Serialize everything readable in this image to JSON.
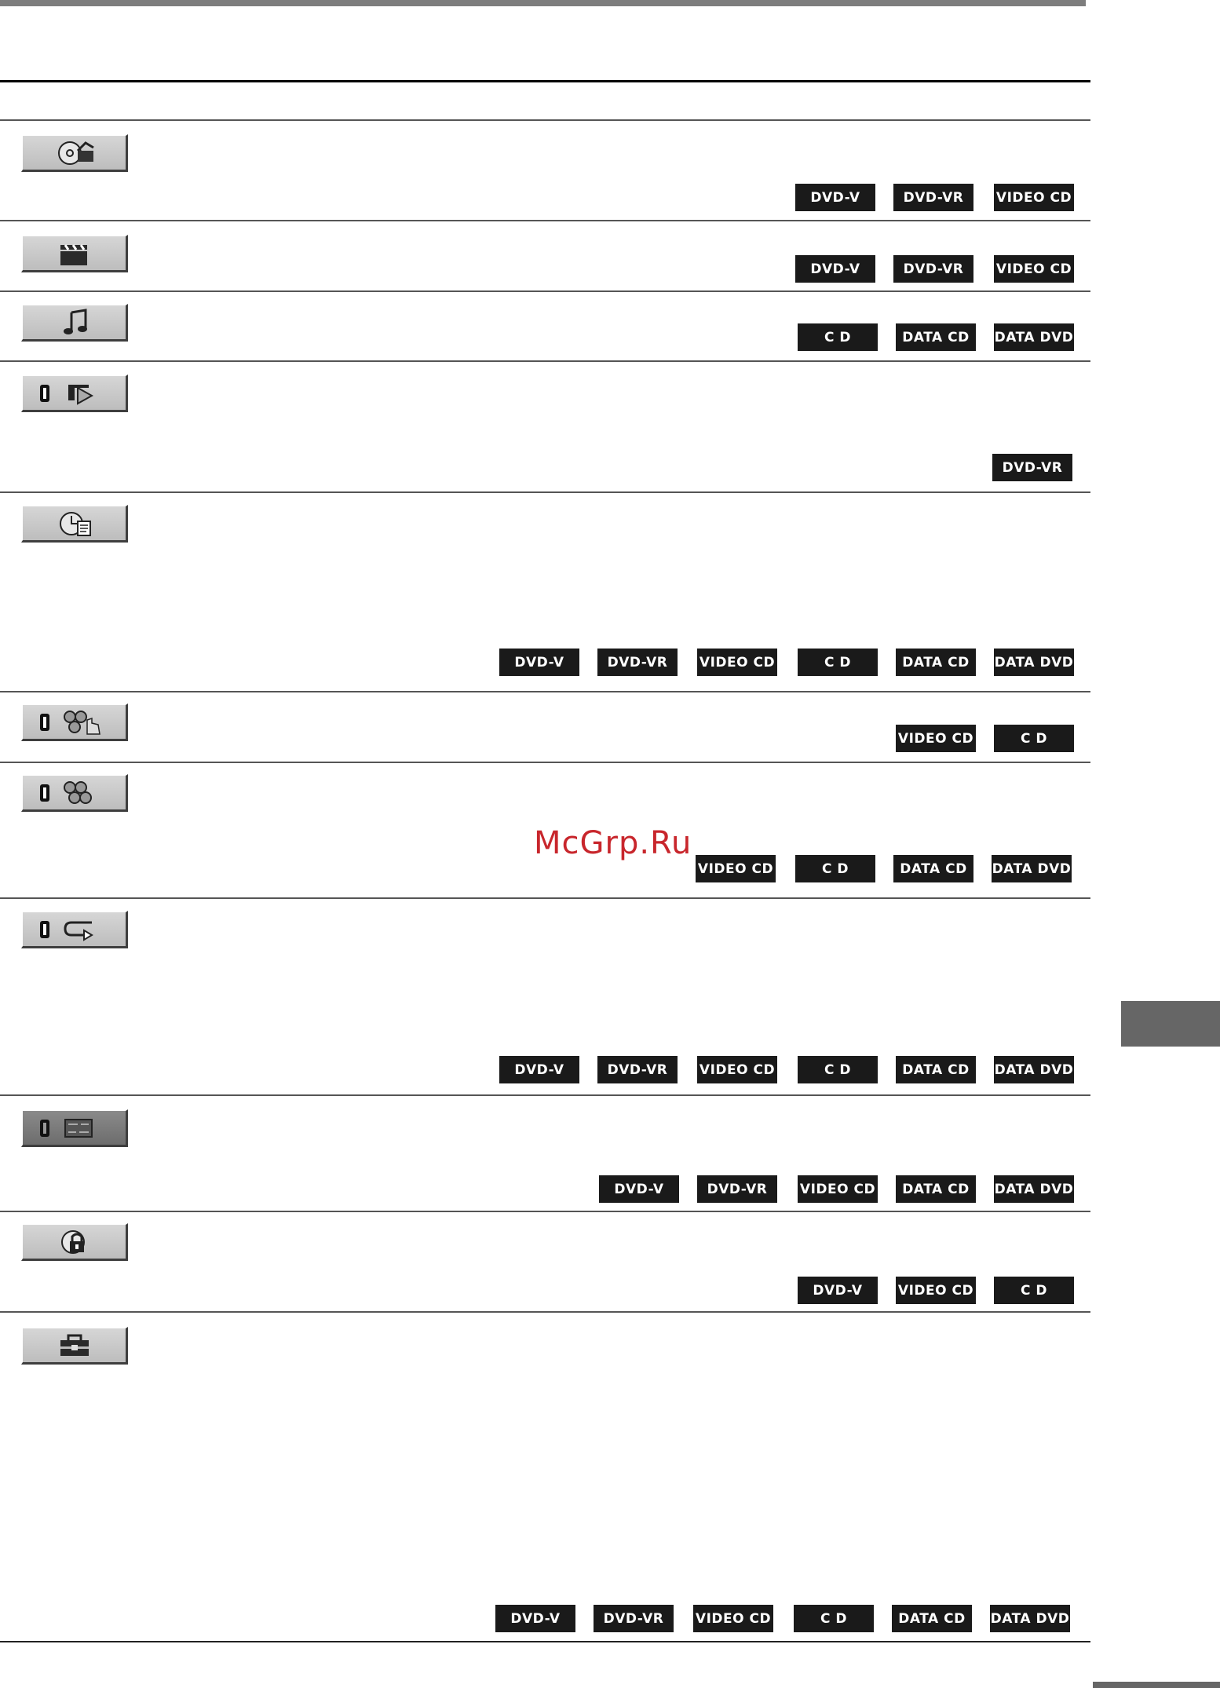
{
  "icons": {
    "row1": "disc-program-icon",
    "row2": "clapperboard-icon",
    "row3": "music-note-icon",
    "row4": "original-playlist-icon",
    "row5": "time-text-icon",
    "row6": "program-play-icon",
    "row7": "shuffle-play-icon",
    "row8": "repeat-play-icon",
    "row9": "a-b-repeat-icon",
    "row10": "parental-control-lock-icon",
    "row11": "setup-toolbox-icon"
  },
  "badges": {
    "row1": [
      "DVD-V",
      "DVD-VR",
      "VIDEO CD"
    ],
    "row2": [
      "DVD-V",
      "DVD-VR",
      "VIDEO CD"
    ],
    "row3": [
      "C D",
      "DATA CD",
      "DATA DVD"
    ],
    "row4": [
      "DVD-VR"
    ],
    "row5": [
      "DVD-V",
      "DVD-VR",
      "VIDEO CD",
      "C D",
      "DATA CD",
      "DATA DVD"
    ],
    "row6": [
      "VIDEO CD",
      "C D"
    ],
    "row7": [
      "VIDEO CD",
      "C D",
      "DATA CD",
      "DATA DVD"
    ],
    "row8": [
      "DVD-V",
      "DVD-VR",
      "VIDEO CD",
      "C D",
      "DATA CD",
      "DATA DVD"
    ],
    "row9": [
      "DVD-V",
      "DVD-VR",
      "VIDEO CD",
      "DATA CD",
      "DATA DVD"
    ],
    "row10": [
      "DVD-V",
      "VIDEO CD",
      "C D"
    ],
    "row11": [
      "DVD-V",
      "DVD-VR",
      "VIDEO CD",
      "C D",
      "DATA CD",
      "DATA DVD"
    ]
  },
  "watermark": "McGrp.Ru",
  "colors": {
    "badge_bg": "#1a1a1a",
    "badge_text": "#ffffff",
    "watermark": "#c8262c",
    "icon_button": "#c8c8c8"
  }
}
